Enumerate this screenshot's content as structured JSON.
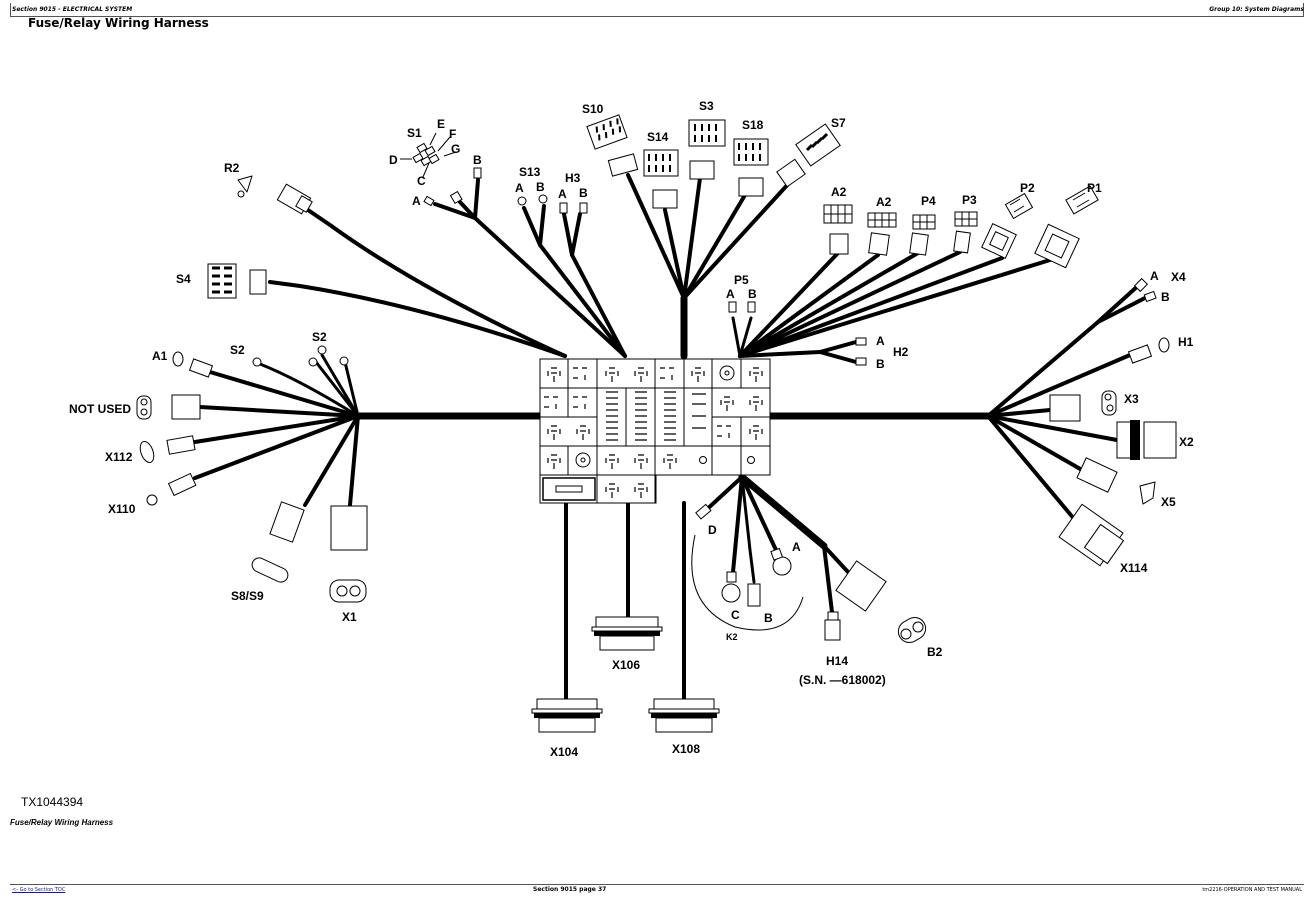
{
  "header": {
    "section": "Section 9015 - ELECTRICAL SYSTEM",
    "group": "Group 10: System Diagrams"
  },
  "page_title": "Fuse/Relay Wiring Harness",
  "figure": {
    "id": "TX1044394",
    "caption": "Fuse/Relay Wiring Harness"
  },
  "footer": {
    "toc_link": "<- Go to Section TOC",
    "page": "Section 9015 page 37",
    "manual": "tm2216-OPERATION AND TEST MANUAL"
  },
  "diagram": {
    "center_component": "Fuse/Relay Block",
    "labels": {
      "s1": "S1",
      "s1_e": "E",
      "s1_f": "F",
      "s1_g": "G",
      "s1_d": "D",
      "s1_c": "C",
      "s1b_a": "A",
      "s1b_b": "B",
      "s13": "S13",
      "s13_a": "A",
      "s13_b": "B",
      "h3": "H3",
      "h3_a": "A",
      "h3_b": "B",
      "s10": "S10",
      "s14": "S14",
      "s3": "S3",
      "s18": "S18",
      "s7": "S7",
      "a2_1": "A2",
      "a2_2": "A2",
      "p4": "P4",
      "p3": "P3",
      "p2": "P2",
      "p1": "P1",
      "p5": "P5",
      "p5_a": "A",
      "p5_b": "B",
      "h2": "H2",
      "h2_a": "A",
      "h2_b": "B",
      "r2": "R2",
      "s4": "S4",
      "a1": "A1",
      "s2_1": "S2",
      "s2_2": "S2",
      "not_used": "NOT USED",
      "x112": "X112",
      "x110": "X110",
      "s8s9": "S8/S9",
      "x1": "X1",
      "x4": "X4",
      "x4_a": "A",
      "x4_b": "B",
      "h1": "H1",
      "x3": "X3",
      "x2": "X2",
      "x5": "X5",
      "x114": "X114",
      "k2": "K2",
      "k2_a": "A",
      "k2_b": "B",
      "k2_c": "C",
      "k2_d": "D",
      "h14": "H14",
      "h14_sn": "(S.N. —618002)",
      "b2": "B2",
      "x106": "X106",
      "x104": "X104",
      "x108": "X108"
    }
  }
}
